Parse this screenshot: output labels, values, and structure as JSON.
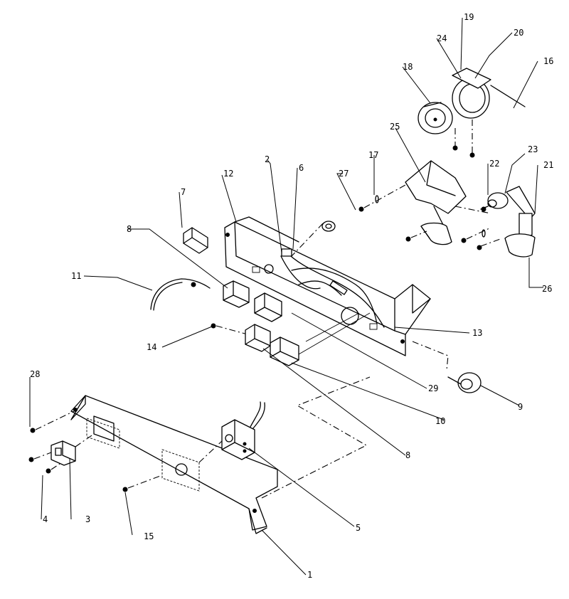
{
  "callouts": [
    {
      "id": "1",
      "text": "1"
    },
    {
      "id": "2",
      "text": "2"
    },
    {
      "id": "3",
      "text": "3"
    },
    {
      "id": "4",
      "text": "4"
    },
    {
      "id": "5",
      "text": "5"
    },
    {
      "id": "6",
      "text": "6"
    },
    {
      "id": "7",
      "text": "7"
    },
    {
      "id": "8a",
      "text": "8"
    },
    {
      "id": "8b",
      "text": "8"
    },
    {
      "id": "9",
      "text": "9"
    },
    {
      "id": "10",
      "text": "10"
    },
    {
      "id": "11",
      "text": "11"
    },
    {
      "id": "12",
      "text": "12"
    },
    {
      "id": "13",
      "text": "13"
    },
    {
      "id": "14",
      "text": "14"
    },
    {
      "id": "15",
      "text": "15"
    },
    {
      "id": "16",
      "text": "16"
    },
    {
      "id": "17",
      "text": "17"
    },
    {
      "id": "18",
      "text": "18"
    },
    {
      "id": "19",
      "text": "19"
    },
    {
      "id": "20",
      "text": "20"
    },
    {
      "id": "21",
      "text": "21"
    },
    {
      "id": "22",
      "text": "22"
    },
    {
      "id": "23",
      "text": "23"
    },
    {
      "id": "24",
      "text": "24"
    },
    {
      "id": "25",
      "text": "25"
    },
    {
      "id": "26",
      "text": "26"
    },
    {
      "id": "27",
      "text": "27"
    },
    {
      "id": "28",
      "text": "28"
    },
    {
      "id": "29",
      "text": "29"
    }
  ]
}
